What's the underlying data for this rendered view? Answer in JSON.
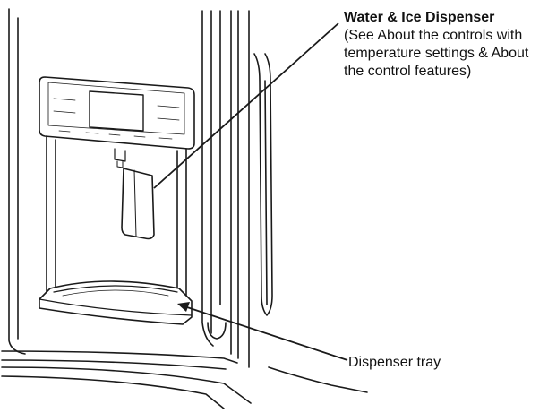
{
  "callouts": {
    "dispenser_title": "Water & Ice Dispenser",
    "dispenser_body": "(See About the controls with temperature settings & About the control features)",
    "tray": "Dispenser tray"
  },
  "colors": {
    "line": "#1a1a1a",
    "fill": "#ffffff",
    "shade": "#d9d9d9"
  }
}
